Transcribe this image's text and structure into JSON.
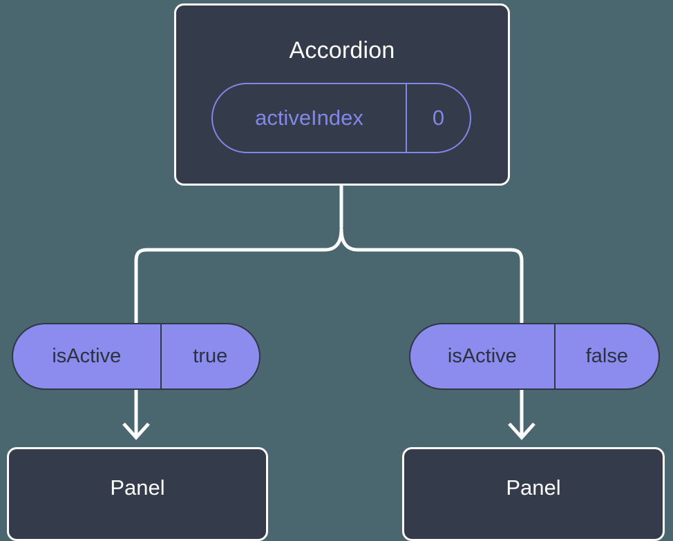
{
  "diagram": {
    "type": "component-state-tree",
    "background_color": "#4a666f",
    "node_fill_color": "#343b4b",
    "node_border_color": "#ffffff",
    "accent_color": "#8b8ced",
    "accent_outline_color": "#8287e8",
    "pill_text_color": "#2b3140",
    "connector_color": "#ffffff"
  },
  "root": {
    "title": "Accordion",
    "prop": {
      "key": "activeIndex",
      "value": "0"
    }
  },
  "branches": [
    {
      "side": "left",
      "prop": {
        "key": "isActive",
        "value": "true"
      },
      "child": {
        "title": "Panel"
      }
    },
    {
      "side": "right",
      "prop": {
        "key": "isActive",
        "value": "false"
      },
      "child": {
        "title": "Panel"
      }
    }
  ]
}
